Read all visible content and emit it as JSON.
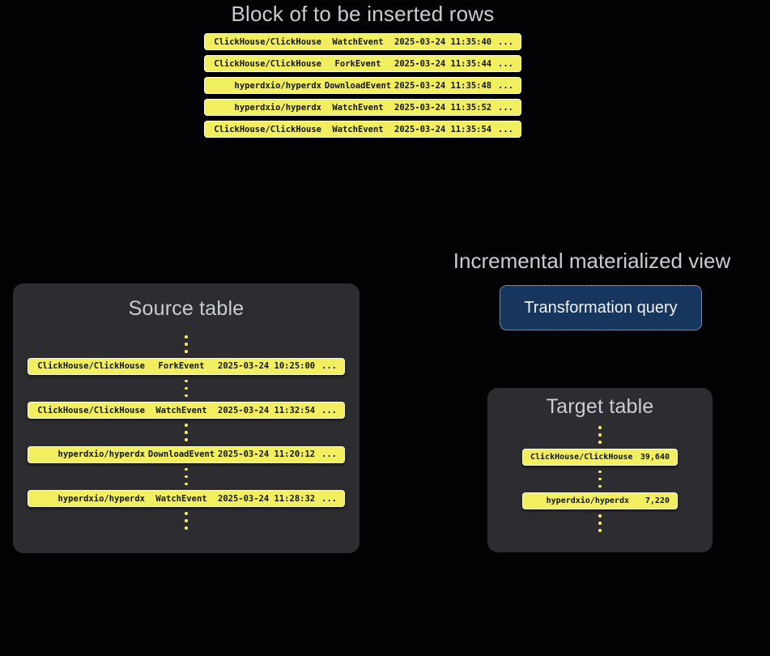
{
  "colors": {
    "background": "#020204",
    "row_yellow": "#f1ef60",
    "panel_gray": "#2d2d31",
    "query_navy": "#16365d",
    "title_gray": "#c9ccd2"
  },
  "insert_block": {
    "title": "Block of to be inserted rows",
    "rows": [
      {
        "repo": "ClickHouse/ClickHouse",
        "event": "WatchEvent",
        "timestamp": "2025-03-24 11:35:40",
        "more": "..."
      },
      {
        "repo": "ClickHouse/ClickHouse",
        "event": "ForkEvent",
        "timestamp": "2025-03-24 11:35:44",
        "more": "..."
      },
      {
        "repo": "hyperdxio/hyperdx",
        "event": "DownloadEvent",
        "timestamp": "2025-03-24 11:35:48",
        "more": "..."
      },
      {
        "repo": "hyperdxio/hyperdx",
        "event": "WatchEvent",
        "timestamp": "2025-03-24 11:35:52",
        "more": "..."
      },
      {
        "repo": "ClickHouse/ClickHouse",
        "event": "WatchEvent",
        "timestamp": "2025-03-24 11:35:54",
        "more": "..."
      }
    ]
  },
  "source_table": {
    "title": "Source table",
    "rows": [
      {
        "repo": "ClickHouse/ClickHouse",
        "event": "ForkEvent",
        "timestamp": "2025-03-24 10:25:00",
        "more": "..."
      },
      {
        "repo": "ClickHouse/ClickHouse",
        "event": "WatchEvent",
        "timestamp": "2025-03-24 11:32:54",
        "more": "..."
      },
      {
        "repo": "hyperdxio/hyperdx",
        "event": "DownloadEvent",
        "timestamp": "2025-03-24 11:20:12",
        "more": "..."
      },
      {
        "repo": "hyperdxio/hyperdx",
        "event": "WatchEvent",
        "timestamp": "2025-03-24 11:28:32",
        "more": "..."
      }
    ]
  },
  "materialized_view": {
    "title": "Incremental materialized view",
    "query_label": "Transformation query"
  },
  "target_table": {
    "title": "Target table",
    "rows": [
      {
        "repo": "ClickHouse/ClickHouse",
        "count": "39,640"
      },
      {
        "repo": "hyperdxio/hyperdx",
        "count": "7,220"
      }
    ]
  }
}
